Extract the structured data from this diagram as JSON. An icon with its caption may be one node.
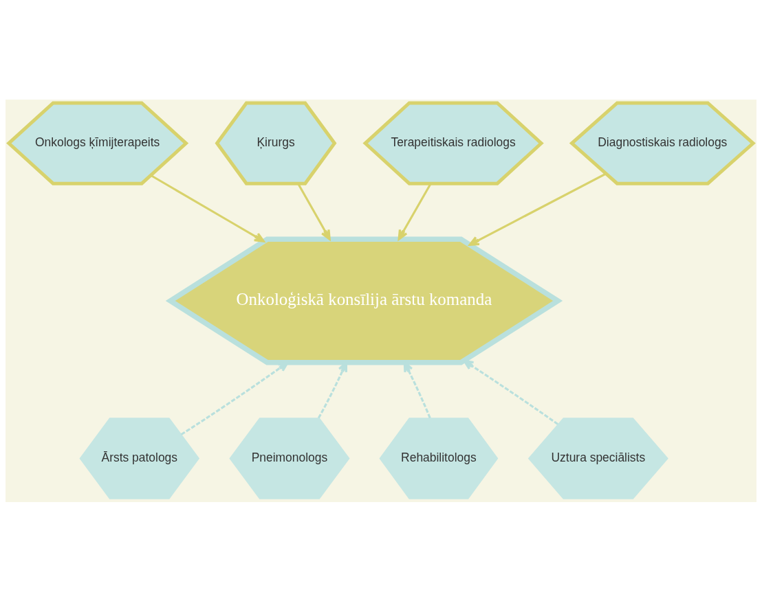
{
  "diagram": {
    "nodes": [
      {
        "text": [
          "Onkologs ķīmijterapeits"
        ]
      },
      {
        "text": [
          "Ķirurgs"
        ]
      },
      {
        "text": [
          "Terapeitiskais radiologs"
        ]
      },
      {
        "text": [
          "Diagnostiskais radiologs"
        ]
      },
      {
        "text": [
          "Onkoloģiskā konsīlija ārstu komanda"
        ]
      },
      {
        "text": [
          "Ārsts patologs"
        ]
      },
      {
        "text": [
          "Pneimonologs"
        ]
      },
      {
        "text": [
          "Rehabilitologs"
        ]
      },
      {
        "text": [
          "Uztura speciālists"
        ]
      }
    ],
    "edges": [
      {
        "from": 0,
        "to": 4,
        "arrow": "to",
        "color": "#d8d26c"
      },
      {
        "from": 1,
        "to": 4,
        "arrow": "to",
        "color": "#d8d26c"
      },
      {
        "from": 2,
        "to": 4,
        "arrow": "to",
        "color": "#d8d26c"
      },
      {
        "from": 3,
        "to": 4,
        "arrow": "to",
        "color": "#d8d26c"
      },
      {
        "from": 5,
        "to": 4,
        "arrow": "to",
        "style": "dashed",
        "color": "#b9e0dd"
      },
      {
        "from": 6,
        "to": 4,
        "arrow": "to",
        "style": "dashed",
        "color": "#b9e0dd"
      },
      {
        "from": 7,
        "to": 4,
        "arrow": "to",
        "style": "dashed",
        "color": "#b9e0dd"
      },
      {
        "from": 8,
        "to": 4,
        "arrow": "to",
        "style": "dashed",
        "color": "#b9e0dd"
      }
    ]
  }
}
